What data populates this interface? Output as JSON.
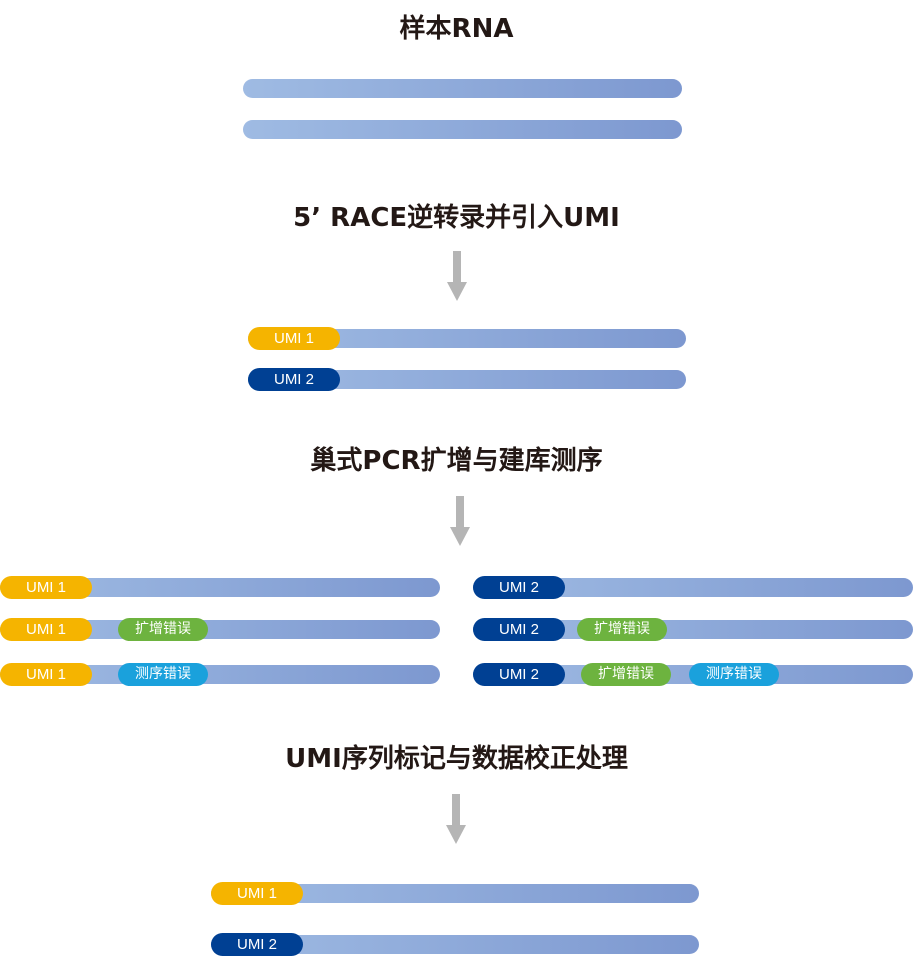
{
  "title": "样本RNA",
  "steps": [
    "5’ RACE逆转录并引入UMI",
    "巢式PCR扩增与建库测序",
    "UMI序列标记与数据校正处理"
  ],
  "umi1": "UMI 1",
  "umi2": "UMI 2",
  "errors": {
    "amplification": "扩增错误",
    "sequencing": "测序错误"
  },
  "colors": {
    "strand_start": "#9fbbe3",
    "strand_end": "#7d98d0",
    "umi1": "#f5b400",
    "umi2": "#004093",
    "amplification_error": "#6db33f",
    "sequencing_error": "#1aa1dc",
    "arrow": "#b5b5b5"
  }
}
